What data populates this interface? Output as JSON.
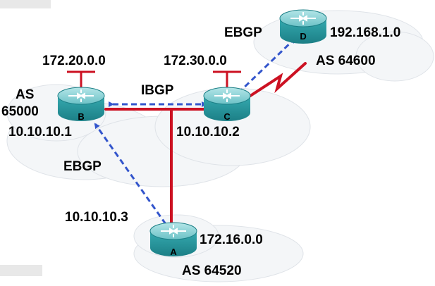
{
  "colors": {
    "background": "#ffffff",
    "cloud": "#f4f6f8",
    "link": "#cc1122",
    "session": "#3355cc",
    "router_body": "#2a9da3",
    "router_top": "#8fd2d6",
    "text": "#000000"
  },
  "labels": {
    "net_b": "172.20.0.0",
    "net_c": "172.30.0.0",
    "net_d": "192.168.1.0",
    "net_a": "172.16.0.0",
    "as_b_word": "AS",
    "as_b_num": "65000",
    "as_d": "AS 64600",
    "as_a": "AS 64520",
    "ip_b": "10.10.10.1",
    "ip_c": "10.10.10.2",
    "ip_a": "10.10.10.3",
    "session_ibgp": "IBGP",
    "session_ebgp_cd": "EBGP",
    "session_ebgp_ab": "EBGP"
  },
  "routers": [
    {
      "id": "A",
      "letter": "A",
      "icon": "router-icon"
    },
    {
      "id": "B",
      "letter": "B",
      "icon": "router-icon"
    },
    {
      "id": "C",
      "letter": "C",
      "icon": "router-icon"
    },
    {
      "id": "D",
      "letter": "D",
      "icon": "router-icon"
    }
  ]
}
